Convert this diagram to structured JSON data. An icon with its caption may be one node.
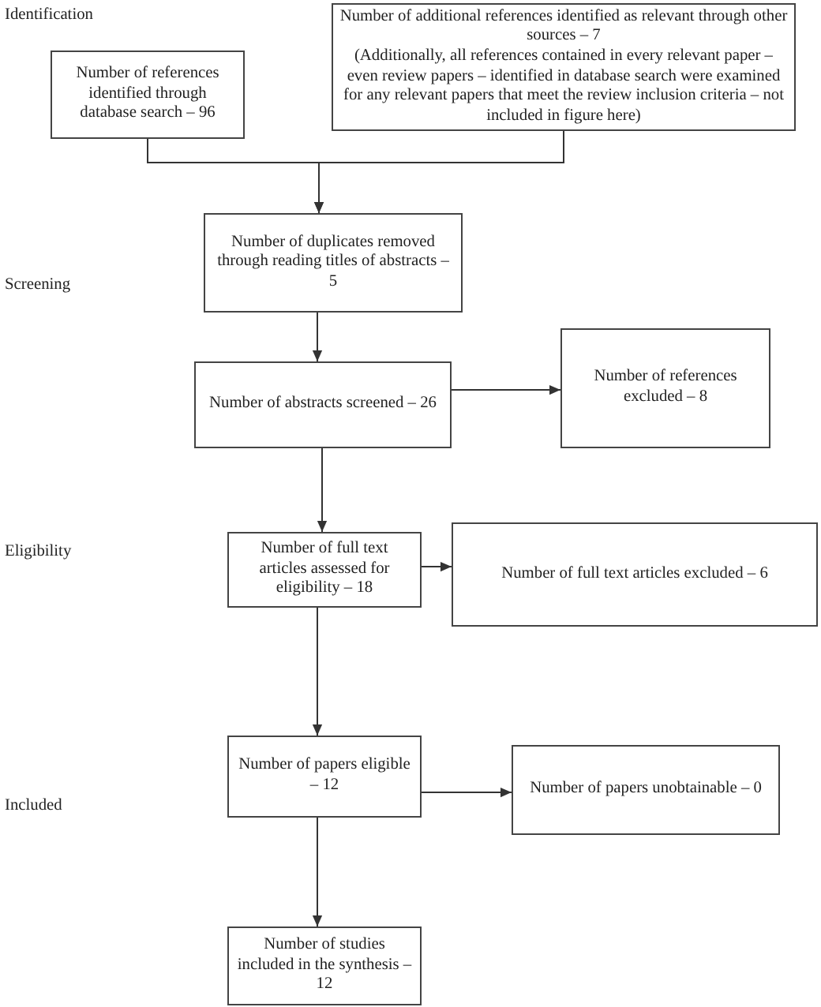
{
  "diagram": {
    "nodes": [
      {
        "text": [
          "Number of references identified through database search – 96"
        ]
      },
      {
        "text": [
          "Number of additional references identified as relevant through other sources – 7",
          "(Additionally, all references contained in every relevant paper – even review papers – identified in database search were examined for any relevant papers that meet the review inclusion criteria – not included in figure here)"
        ]
      },
      {
        "text": [
          "Number of duplicates removed through reading titles of abstracts – 5"
        ]
      },
      {
        "text": [
          "Number of abstracts screened – 26"
        ]
      },
      {
        "text": [
          "Number of references excluded – 8"
        ]
      },
      {
        "text": [
          "Number of full text articles assessed for eligibility – 18"
        ]
      },
      {
        "text": [
          "Number of full text articles excluded – 6"
        ]
      },
      {
        "text": [
          "Number of papers eligible – 12"
        ]
      },
      {
        "text": [
          "Number of papers unobtainable – 0"
        ]
      },
      {
        "text": [
          "Number of studies included in the synthesis – 12"
        ]
      }
    ],
    "edges": [
      {
        "from": 0,
        "to": 2,
        "arrow": "to"
      },
      {
        "from": 1,
        "to": 2,
        "arrow": "to"
      },
      {
        "from": 2,
        "to": 3,
        "arrow": "to"
      },
      {
        "from": 3,
        "to": 4,
        "arrow": "to"
      },
      {
        "from": 3,
        "to": 5,
        "arrow": "to"
      },
      {
        "from": 5,
        "to": 6,
        "arrow": "to"
      },
      {
        "from": 5,
        "to": 7,
        "arrow": "to"
      },
      {
        "from": 7,
        "to": 8,
        "arrow": "to"
      },
      {
        "from": 7,
        "to": 9,
        "arrow": "to"
      }
    ],
    "labels": [
      "Identification",
      "Screening",
      "Eligibility",
      "Included"
    ]
  }
}
